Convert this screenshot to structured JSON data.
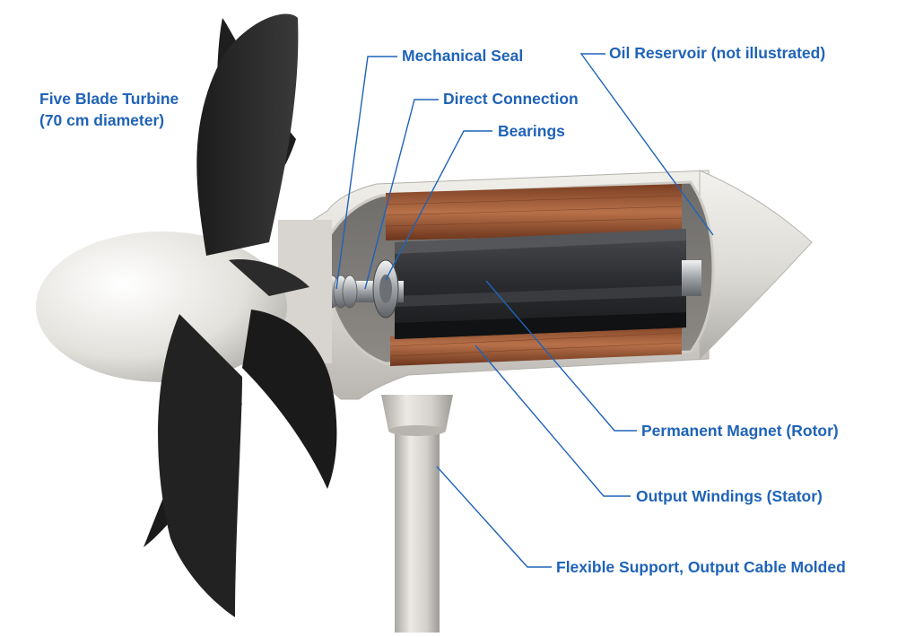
{
  "colors": {
    "label": "#1f63b8",
    "leader_line": "#1f63b8",
    "blade": "#262626",
    "housing": "#d9d7d3",
    "stator_winding": "#9a5533",
    "rotor_magnet": "#2f3033",
    "metal": "#b8babd"
  },
  "labels": {
    "turbine_line1": "Five Blade Turbine",
    "turbine_line2": "(70 cm diameter)",
    "mechanical_seal": "Mechanical Seal",
    "direct_connection": "Direct Connection",
    "bearings": "Bearings",
    "oil_reservoir": "Oil Reservoir (not illustrated)",
    "permanent_magnet": "Permanent Magnet (Rotor)",
    "output_windings": "Output Windings (Stator)",
    "flexible_support": "Flexible Support, Output Cable Molded"
  },
  "icons": {
    "turbine": "five-blade-propeller",
    "generator": "cutaway-generator-housing",
    "support": "support-pole"
  }
}
